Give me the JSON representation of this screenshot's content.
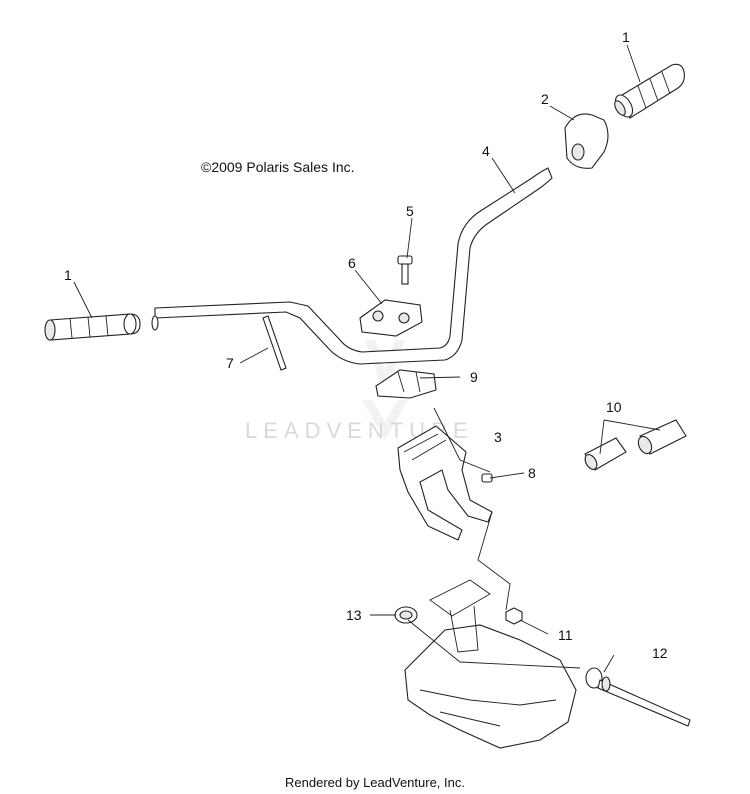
{
  "copyright": "©2009 Polaris Sales Inc.",
  "watermark": "LEADVENTURE",
  "footer": "Rendered by LeadVenture, Inc.",
  "callouts": {
    "c1a": "1",
    "c1b": "1",
    "c2": "2",
    "c3": "3",
    "c4": "4",
    "c5": "5",
    "c6": "6",
    "c7": "7",
    "c8": "8",
    "c9": "9",
    "c10": "10",
    "c11": "11",
    "c12": "12",
    "c13": "13"
  }
}
